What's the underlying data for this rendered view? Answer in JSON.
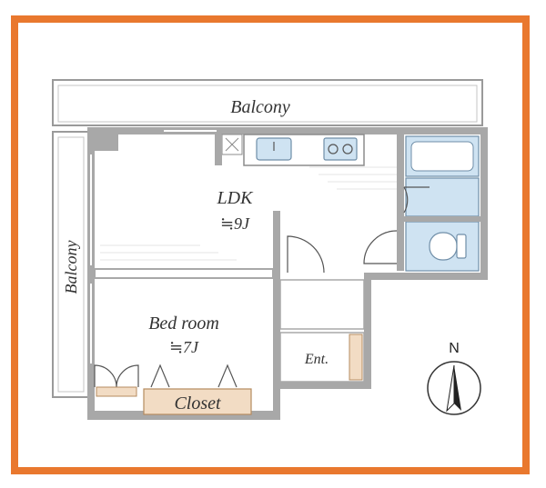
{
  "rooms": {
    "balcony_top": "Balcony",
    "balcony_left": "Balcony",
    "ldk": "LDK",
    "ldk_size": "≒9J",
    "bedroom": "Bed room",
    "bedroom_size": "≒7J",
    "closet": "Closet",
    "entrance": "Ent."
  },
  "compass": {
    "north": "N"
  },
  "colors": {
    "frame": "#e9782e",
    "wall": "#a8a8a8",
    "wet_area": "#cfe3f2",
    "wood": "#f2dcc4"
  }
}
